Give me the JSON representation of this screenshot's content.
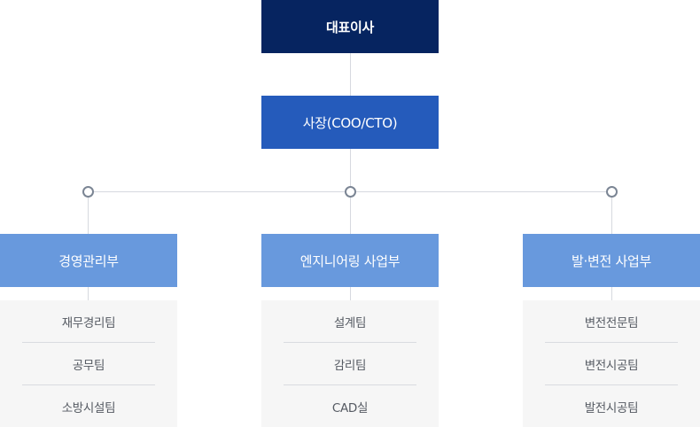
{
  "colors": {
    "ceo": "#062460",
    "president": "#255bbb",
    "department": "#6899dd",
    "team_panel": "#f6f6f6",
    "connector": "#d6d9df",
    "dot_border": "#7b8594"
  },
  "ceo": {
    "label": "대표이사"
  },
  "president": {
    "label": "사장(COO/CTO)"
  },
  "departments": [
    {
      "label": "경영관리부",
      "teams": [
        "재무경리팀",
        "공무팀",
        "소방시설팀"
      ]
    },
    {
      "label": "엔지니어링 사업부",
      "teams": [
        "설계팀",
        "감리팀",
        "CAD실"
      ]
    },
    {
      "label": "발·변전 사업부",
      "teams": [
        "변전전문팀",
        "변전시공팀",
        "발전시공팀"
      ]
    }
  ]
}
